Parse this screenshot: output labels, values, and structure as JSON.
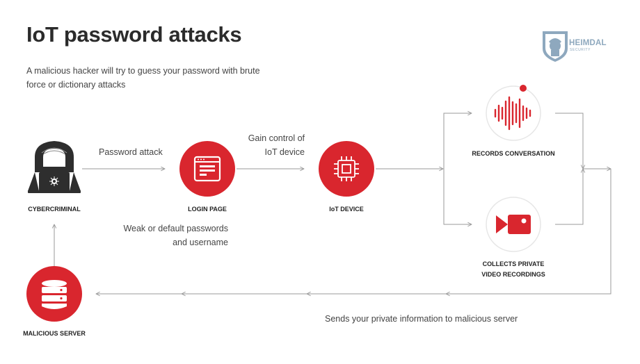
{
  "title": "IoT password attacks",
  "subtitle": "A malicious hacker will try to guess your password with brute force or dictionary attacks",
  "logo": {
    "name": "HEIMDAL",
    "tagline": "SECURITY"
  },
  "nodes": {
    "cybercriminal": "CYBERCRIMINAL",
    "login_page": "LOGIN PAGE",
    "iot_device": "IoT DEVICE",
    "records": "RECORDS CONVERSATION",
    "collects_line1": "COLLECTS PRIVATE",
    "collects_line2": "VIDEO RECORDINGS",
    "server": "MALICIOUS SERVER"
  },
  "edges": {
    "password_attack": "Password attack",
    "gain_control_line1": "Gain control of",
    "gain_control_line2": "IoT device",
    "weak_line1": "Weak or default passwords",
    "weak_line2": "and username",
    "sends": "Sends your private information to malicious server"
  },
  "colors": {
    "accent": "#d9262e",
    "arrow": "#9a9a9a",
    "hacker": "#2e2e2e",
    "logo": "#8ea8be"
  },
  "icons": [
    "hacker-icon",
    "login-page-icon",
    "chip-icon",
    "sound-wave-icon",
    "video-camera-icon",
    "database-icon",
    "heimdal-logo-icon"
  ]
}
